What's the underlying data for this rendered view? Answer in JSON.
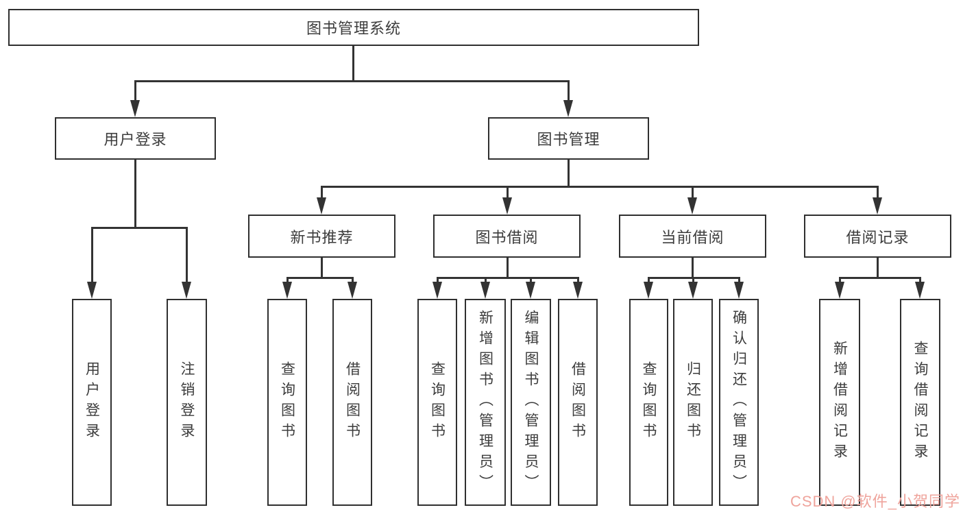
{
  "diagram": {
    "root": {
      "label": "图书管理系统"
    },
    "login": {
      "label": "用户登录",
      "children": [
        {
          "label": "用户登录"
        },
        {
          "label": "注销登录"
        }
      ]
    },
    "management": {
      "label": "图书管理",
      "sections": [
        {
          "label": "新书推荐",
          "children": [
            {
              "label": "查询图书"
            },
            {
              "label": "借阅图书"
            }
          ]
        },
        {
          "label": "图书借阅",
          "children": [
            {
              "label": "查询图书"
            },
            {
              "label": "新增图书（管理员）"
            },
            {
              "label": "编辑图书（管理员）"
            },
            {
              "label": "借阅图书"
            }
          ]
        },
        {
          "label": "当前借阅",
          "children": [
            {
              "label": "查询图书"
            },
            {
              "label": "归还图书"
            },
            {
              "label": "确认归还（管理员）"
            }
          ]
        },
        {
          "label": "借阅记录",
          "children": [
            {
              "label": "新增借阅记录"
            },
            {
              "label": "查询借阅记录"
            }
          ]
        }
      ]
    }
  },
  "watermark": {
    "text": "CSDN @软件_小贺同学"
  },
  "colors": {
    "line": "#333333",
    "box_border": "#2f2f2f",
    "text": "#3c3c3c",
    "background": "#ffffff",
    "watermark": "#efa49c"
  }
}
